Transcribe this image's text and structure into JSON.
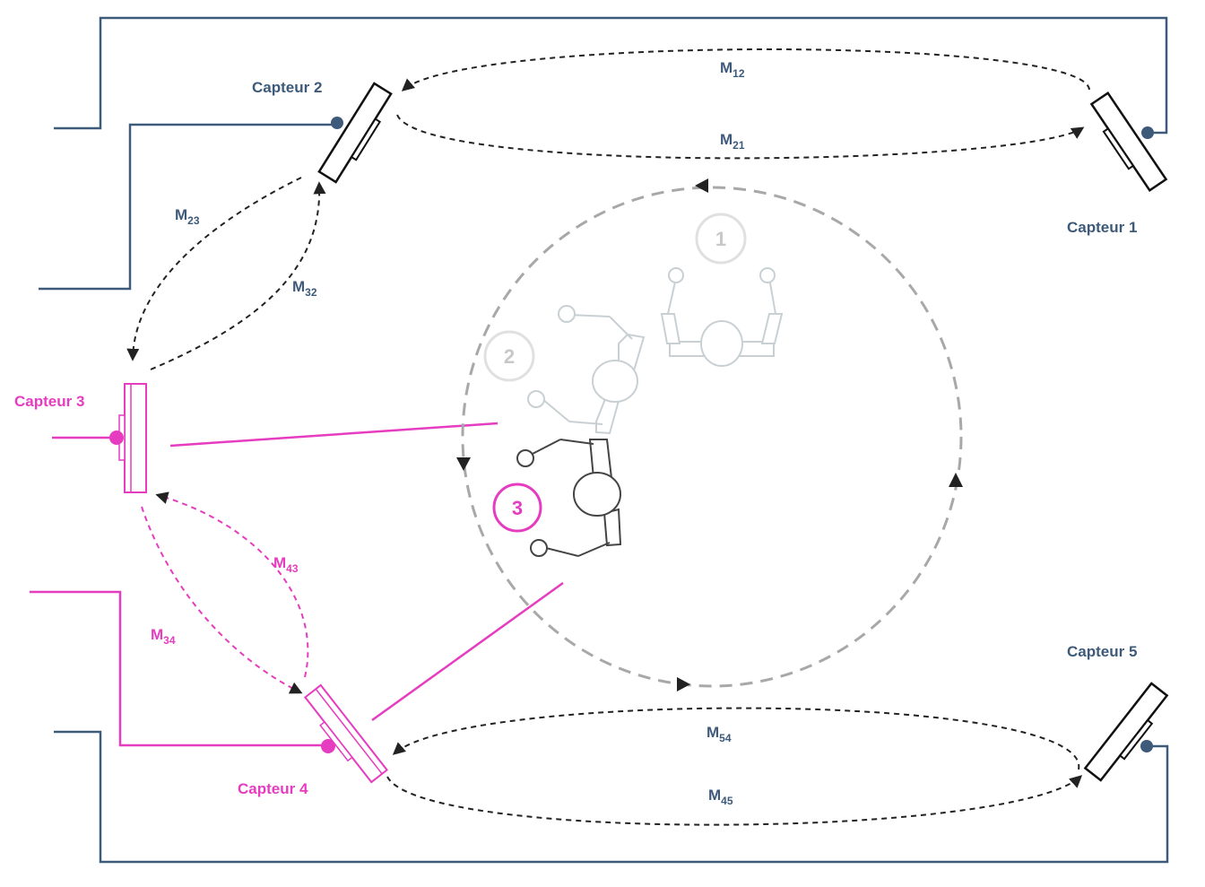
{
  "colors": {
    "navy": "#3d5a7a",
    "magenta": "#e63cc0",
    "dark": "#222222",
    "grey": "#a8a8a8",
    "light_grey": "#c8d0d4"
  },
  "sensors": {
    "s1": "Capteur 1",
    "s2": "Capteur 2",
    "s3": "Capteur 3",
    "s4": "Capteur 4",
    "s5": "Capteur 5"
  },
  "links": {
    "m12": {
      "base": "M",
      "sub": "12"
    },
    "m21": {
      "base": "M",
      "sub": "21"
    },
    "m23": {
      "base": "M",
      "sub": "23"
    },
    "m32": {
      "base": "M",
      "sub": "32"
    },
    "m34": {
      "base": "M",
      "sub": "34"
    },
    "m43": {
      "base": "M",
      "sub": "43"
    },
    "m45": {
      "base": "M",
      "sub": "45"
    },
    "m54": {
      "base": "M",
      "sub": "54"
    }
  },
  "positions": {
    "p1": "1",
    "p2": "2",
    "p3": "3"
  }
}
